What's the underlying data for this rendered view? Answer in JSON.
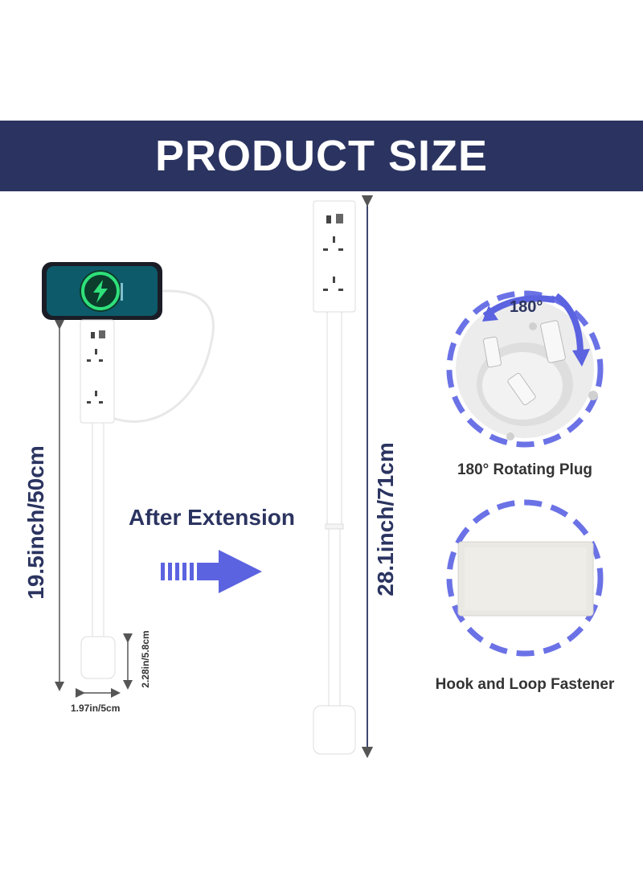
{
  "header": {
    "title": "PRODUCT SIZE"
  },
  "left_product": {
    "height_label": "19.5inch/50cm",
    "base_height_label": "2.28in/5.8cm",
    "base_width_label": "1.97in/5cm"
  },
  "middle": {
    "after_label": "After Extension"
  },
  "right_product": {
    "height_label": "28.1inch/71cm"
  },
  "features": [
    {
      "caption": "180° Rotating Plug",
      "badge": "180°"
    },
    {
      "caption": "Hook and Loop Fastener"
    }
  ],
  "colors": {
    "banner": "#2b3460",
    "accent": "#5b63e0",
    "text": "#2b3460"
  },
  "icons": [
    "charging-bolt-icon",
    "arrow-right-icon",
    "rotate-arrows-icon"
  ]
}
